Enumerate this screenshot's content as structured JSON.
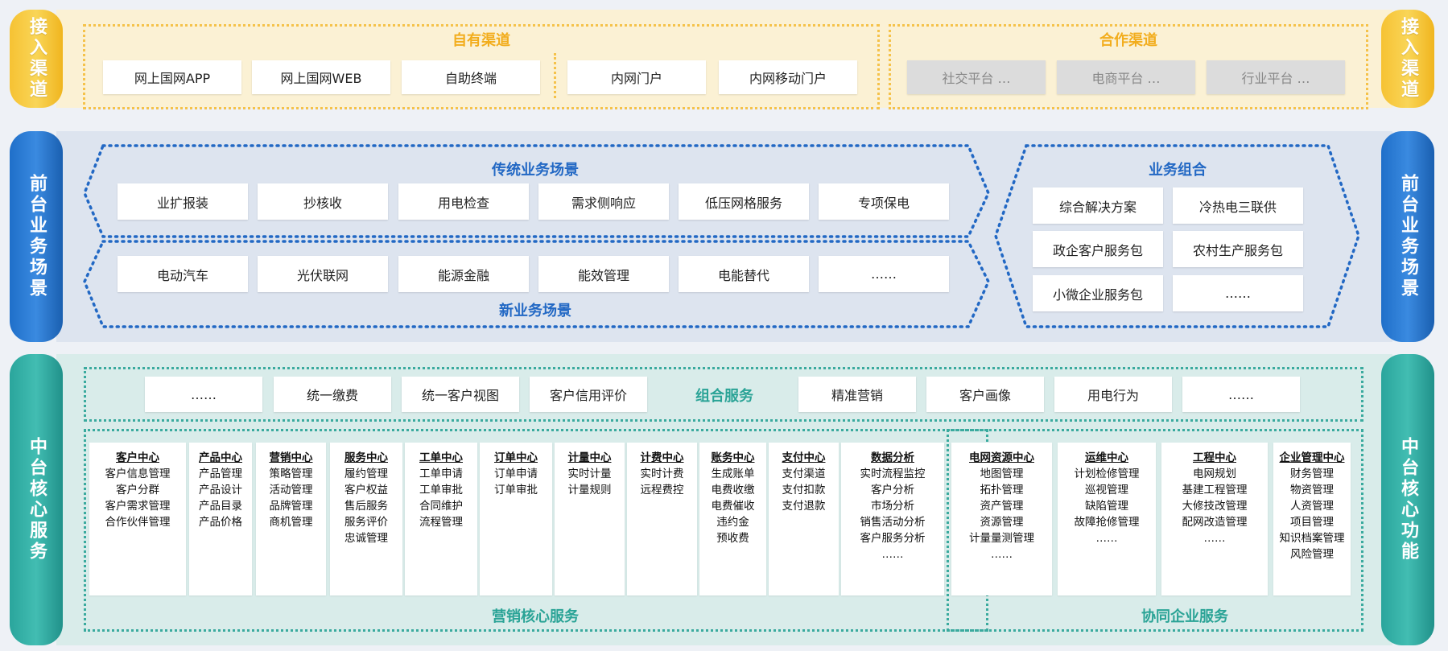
{
  "side": {
    "access": "接入渠道",
    "front": "前台业务场景",
    "middle_left": "中台核心服务",
    "middle_right": "中台核心功能"
  },
  "access": {
    "own_title": "自有渠道",
    "own_items": [
      "网上国网APP",
      "网上国网WEB",
      "自助终端",
      "内网门户",
      "内网移动门户"
    ],
    "partner_title": "合作渠道",
    "partner_items": [
      "社交平台 …",
      "电商平台 …",
      "行业平台 …"
    ]
  },
  "front": {
    "traditional_title": "传统业务场景",
    "traditional_items": [
      "业扩报装",
      "抄核收",
      "用电检查",
      "需求侧响应",
      "低压网格服务",
      "专项保电"
    ],
    "new_items": [
      "电动汽车",
      "光伏联网",
      "能源金融",
      "能效管理",
      "电能替代",
      "……"
    ],
    "new_title": "新业务场景",
    "combo_title": "业务组合",
    "combo_items": [
      "综合解决方案",
      "冷热电三联供",
      "政企客户服务包",
      "农村生产服务包",
      "小微企业服务包",
      "……"
    ]
  },
  "middle": {
    "combo_service_label": "组合服务",
    "combo_left": [
      "……",
      "统一缴费",
      "统一客户视图",
      "客户信用评价"
    ],
    "combo_right": [
      "精准营销",
      "客户画像",
      "用电行为",
      "……"
    ],
    "marketing_title": "营销核心服务",
    "collab_title": "协同企业服务",
    "columns": [
      {
        "head": "客户中心",
        "items": [
          "客户信息管理",
          "客户分群",
          "客户需求管理",
          "合作伙伴管理"
        ]
      },
      {
        "head": "产品中心",
        "items": [
          "产品管理",
          "产品设计",
          "产品目录",
          "产品价格"
        ]
      },
      {
        "head": "营销中心",
        "items": [
          "策略管理",
          "活动管理",
          "品牌管理",
          "商机管理"
        ]
      },
      {
        "head": "服务中心",
        "items": [
          "履约管理",
          "客户权益",
          "售后服务",
          "服务评价",
          "忠诚管理"
        ]
      },
      {
        "head": "工单中心",
        "items": [
          "工单申请",
          "工单审批",
          "合同维护",
          "流程管理"
        ]
      },
      {
        "head": "订单中心",
        "items": [
          "订单申请",
          "订单审批"
        ]
      },
      {
        "head": "计量中心",
        "items": [
          "实时计量",
          "计量规则"
        ]
      },
      {
        "head": "计费中心",
        "items": [
          "实时计费",
          "远程费控"
        ]
      },
      {
        "head": "账务中心",
        "items": [
          "生成账单",
          "电费收缴",
          "电费催收",
          "违约金",
          "预收费"
        ]
      },
      {
        "head": "支付中心",
        "items": [
          "支付渠道",
          "支付扣款",
          "支付退款"
        ]
      },
      {
        "head": "数据分析",
        "items": [
          "实时流程监控",
          "客户分析",
          "市场分析",
          "销售活动分析",
          "客户服务分析",
          "……"
        ]
      },
      {
        "head": "电网资源中心",
        "items": [
          "地图管理",
          "拓扑管理",
          "资产管理",
          "资源管理",
          "计量量测管理",
          "……"
        ]
      },
      {
        "head": "运维中心",
        "items": [
          "计划检修管理",
          "巡视管理",
          "缺陷管理",
          "故障抢修管理",
          "……"
        ]
      },
      {
        "head": "工程中心",
        "items": [
          "电网规划",
          "基建工程管理",
          "大修技改管理",
          "配网改造管理",
          "……"
        ]
      },
      {
        "head": "企业管理中心",
        "items": [
          "财务管理",
          "物资管理",
          "人资管理",
          "项目管理",
          "知识档案管理",
          "风险管理"
        ]
      }
    ]
  },
  "colors": {
    "yellow": "#f5c24a",
    "blue": "#2268c4",
    "teal": "#2aa396"
  }
}
